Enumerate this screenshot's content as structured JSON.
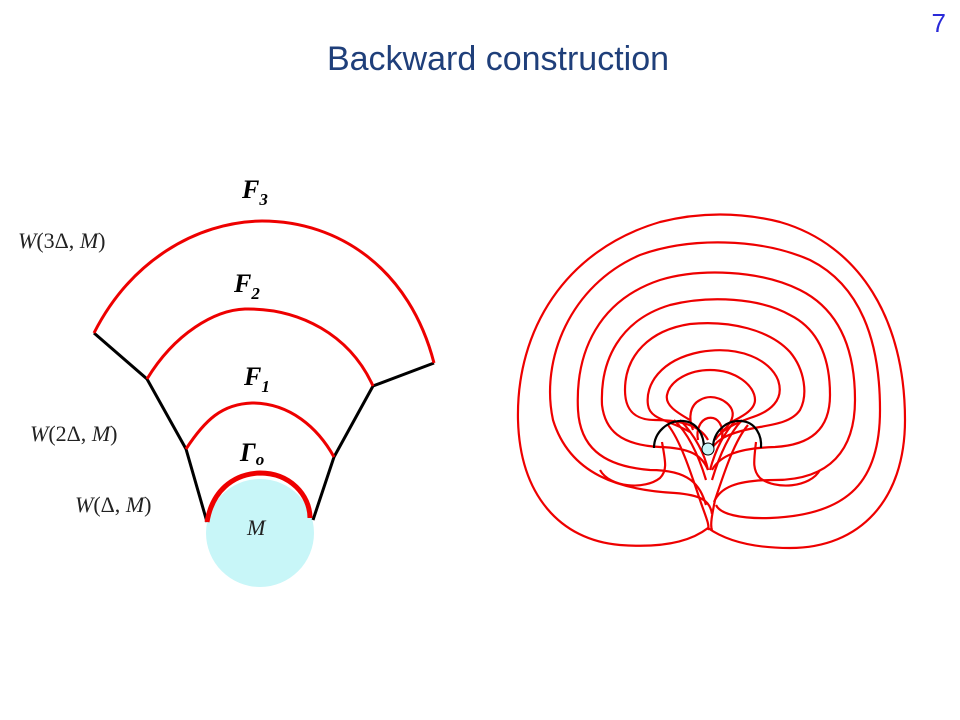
{
  "slide": {
    "title": "Backward construction",
    "page_number": "7"
  },
  "left_figure": {
    "labels": {
      "w3": "W(3Δ, M)",
      "w2": "W(2Δ, M)",
      "w1": "W(Δ, M)",
      "m": "M"
    },
    "fronts": [
      {
        "base": "F",
        "sub": "3"
      },
      {
        "base": "F",
        "sub": "2"
      },
      {
        "base": "F",
        "sub": "1"
      },
      {
        "base": "Γ",
        "sub": "o"
      }
    ]
  },
  "right_figure": {
    "contour_count": 8,
    "description": "nested wavefront contours around a small target disk with a double-arc boundary"
  },
  "colors": {
    "front": "#ee0000",
    "boundary": "#000000",
    "target_fill": "#c8f6f8",
    "title": "#1f3f7a",
    "page_number": "#2a2ad8"
  }
}
